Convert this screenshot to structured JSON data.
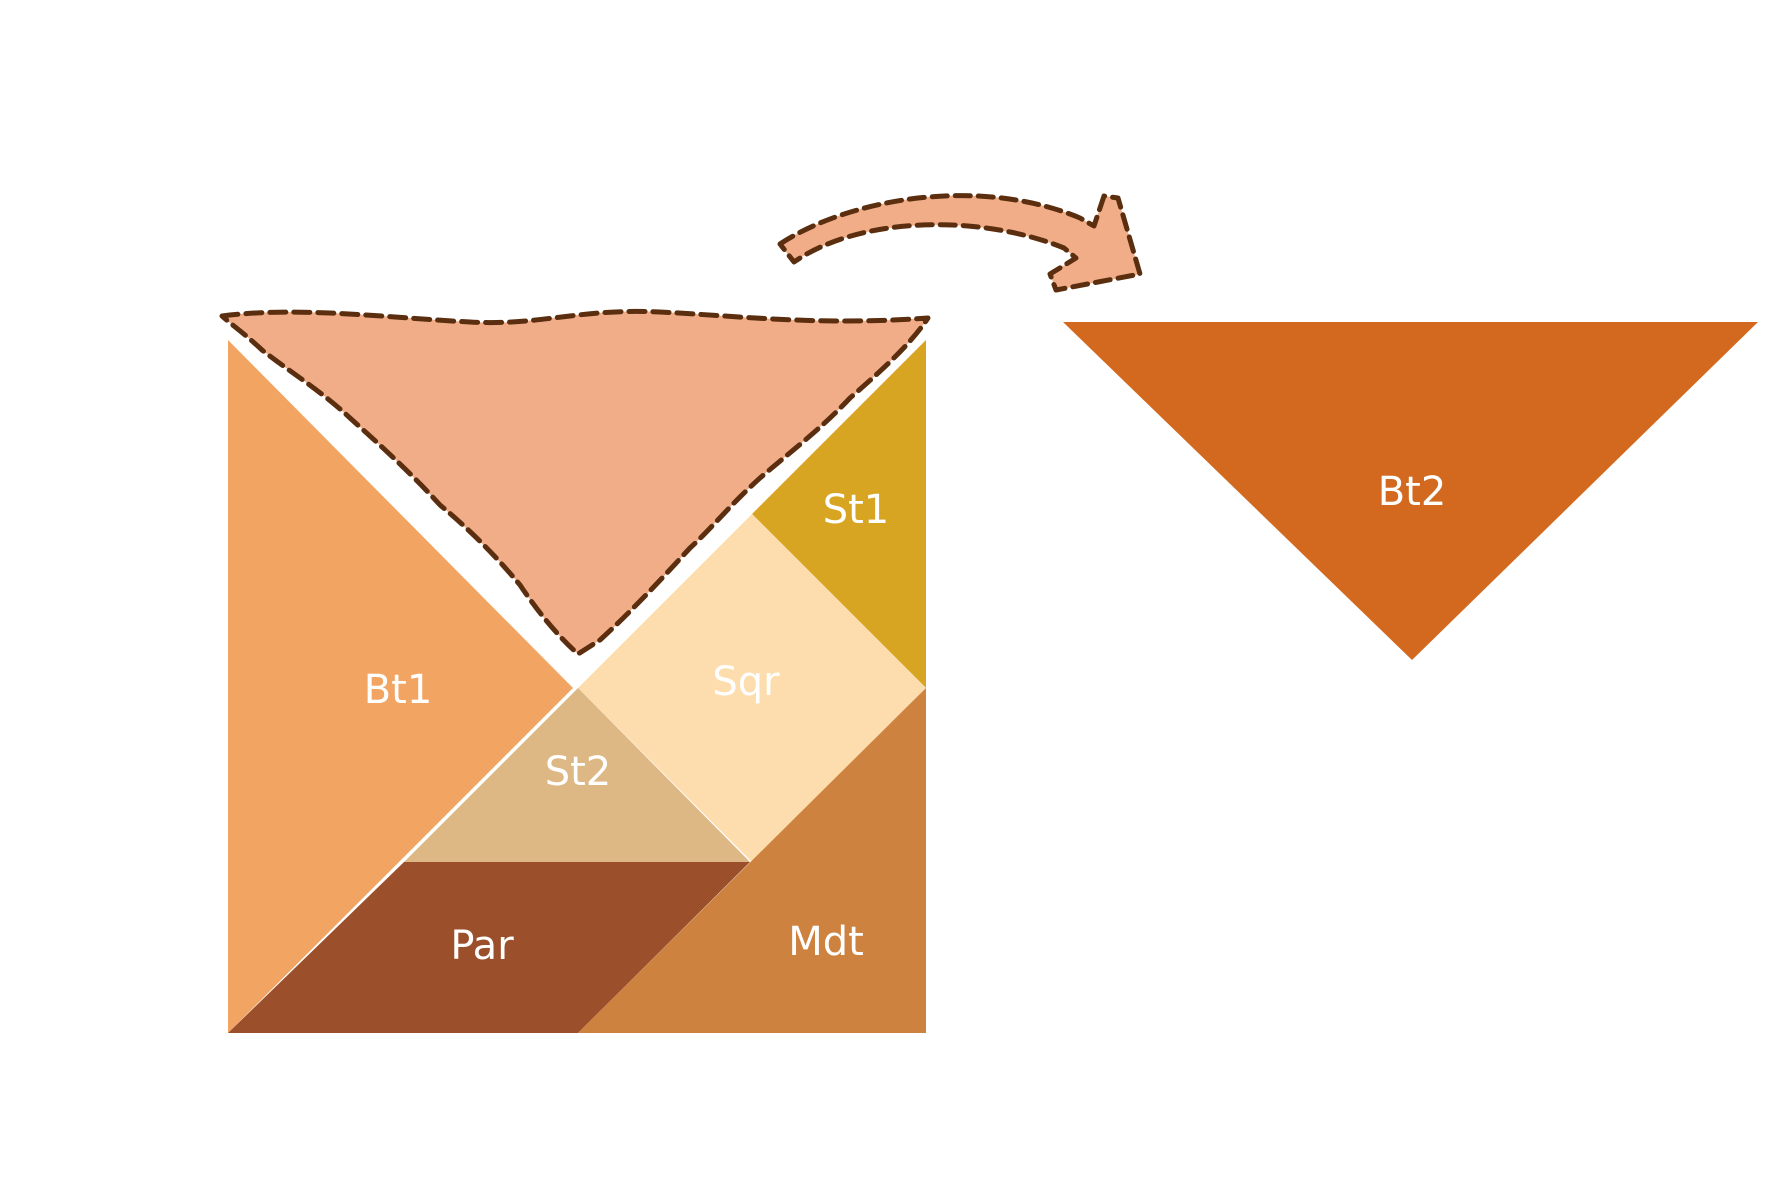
{
  "pieces": {
    "bt1": {
      "label": "Bt1",
      "color": "#F2A462"
    },
    "st1": {
      "label": "St1",
      "color": "#D8A523"
    },
    "sqr": {
      "label": "Sqr",
      "color": "#FDDDAD"
    },
    "st2": {
      "label": "St2",
      "color": "#DDB784"
    },
    "par": {
      "label": "Par",
      "color": "#9C4F2B"
    },
    "mdt": {
      "label": "Mdt",
      "color": "#CD823F"
    },
    "bt2": {
      "label": "Bt2",
      "color": "#D2691E"
    }
  },
  "removed_outline": {
    "fill": "#F1AD87",
    "stroke": "#5A2E0E"
  },
  "move_arrow": {
    "fill": "#F1AD87",
    "stroke": "#5A2E0E"
  }
}
